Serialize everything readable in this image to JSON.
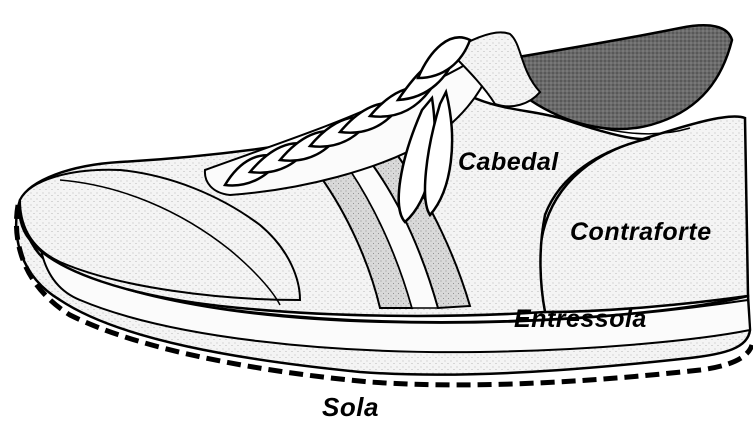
{
  "diagram": {
    "subject": "shoe-parts",
    "labels": {
      "cabedal": "Cabedal",
      "contraforte": "Contraforte",
      "entressola": "Entressola",
      "sola": "Sola"
    },
    "colors": {
      "ink": "#000000",
      "paper": "#ffffff",
      "fill": "#f3f3f3",
      "stripe": "#d6d6d6",
      "collar": "#5e5e5e"
    }
  }
}
